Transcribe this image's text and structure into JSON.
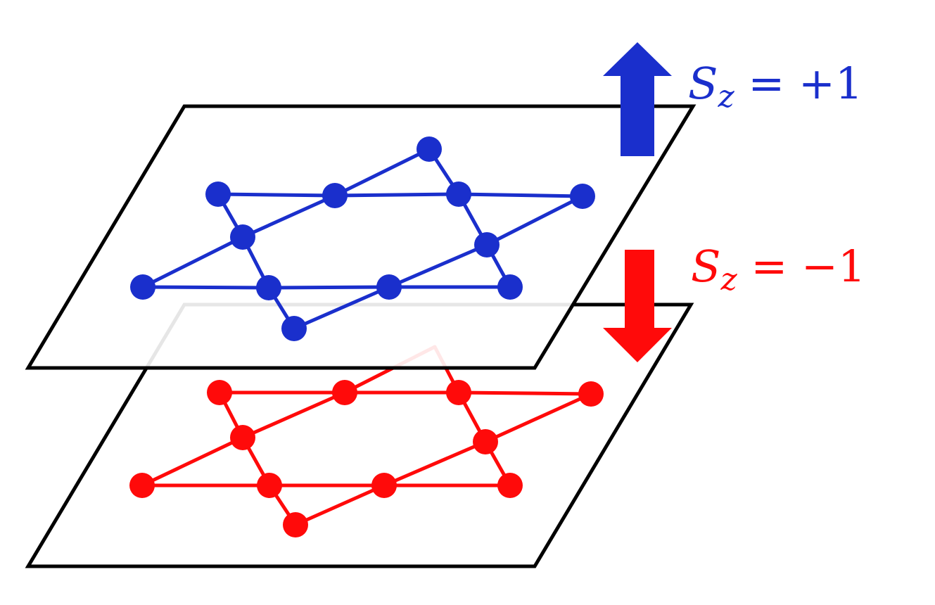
{
  "colors": {
    "up": "#1a2fcc",
    "down": "#ff0a0a",
    "frame": "#000000",
    "background": "#ffffff"
  },
  "labels": {
    "up": {
      "symbol": "S",
      "subscript": "z",
      "value": " = +1"
    },
    "down": {
      "symbol": "S",
      "subscript": "z",
      "value": " = −1"
    }
  },
  "icons": {
    "up_arrow": "arrow-up-icon",
    "down_arrow": "arrow-down-icon"
  },
  "layers": [
    {
      "name": "spin-up",
      "lattice": "kagome"
    },
    {
      "name": "spin-down",
      "lattice": "kagome"
    }
  ]
}
